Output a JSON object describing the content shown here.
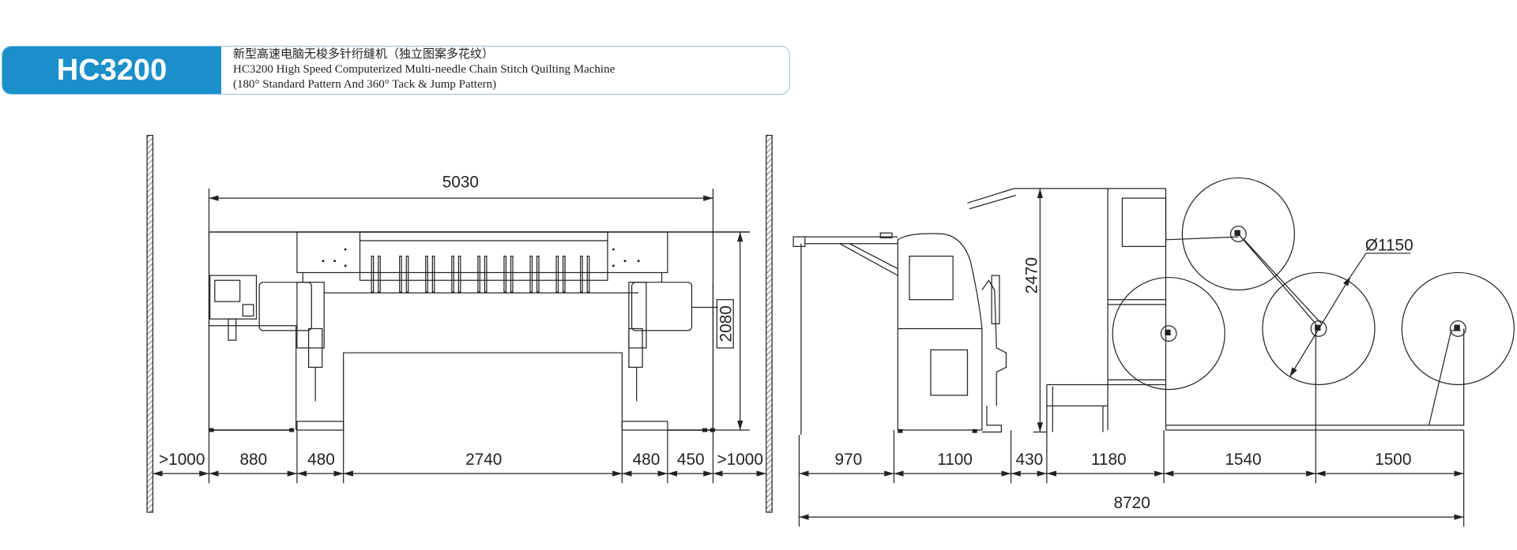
{
  "header": {
    "model": "HC3200",
    "title_cn": "新型高速电脑无梭多针绗缝机（独立图案多花纹）",
    "title_en": "HC3200 High Speed Computerized Multi-needle Chain Stitch Quilting Machine",
    "subtitle_en": "(180° Standard Pattern And 360° Tack & Jump Pattern)",
    "accent": "#1b8fca"
  },
  "front_view": {
    "overall_width": "5030",
    "height": "2080",
    "bottom_dims": [
      ">1000",
      "880",
      "480",
      "2740",
      "480",
      "450",
      ">1000"
    ]
  },
  "side_view": {
    "height": "2470",
    "roll_diameter": "Ø1150",
    "bottom_dims": [
      "970",
      "1100",
      "430",
      "1180",
      "1540",
      "1500"
    ],
    "overall_length": "8720"
  }
}
